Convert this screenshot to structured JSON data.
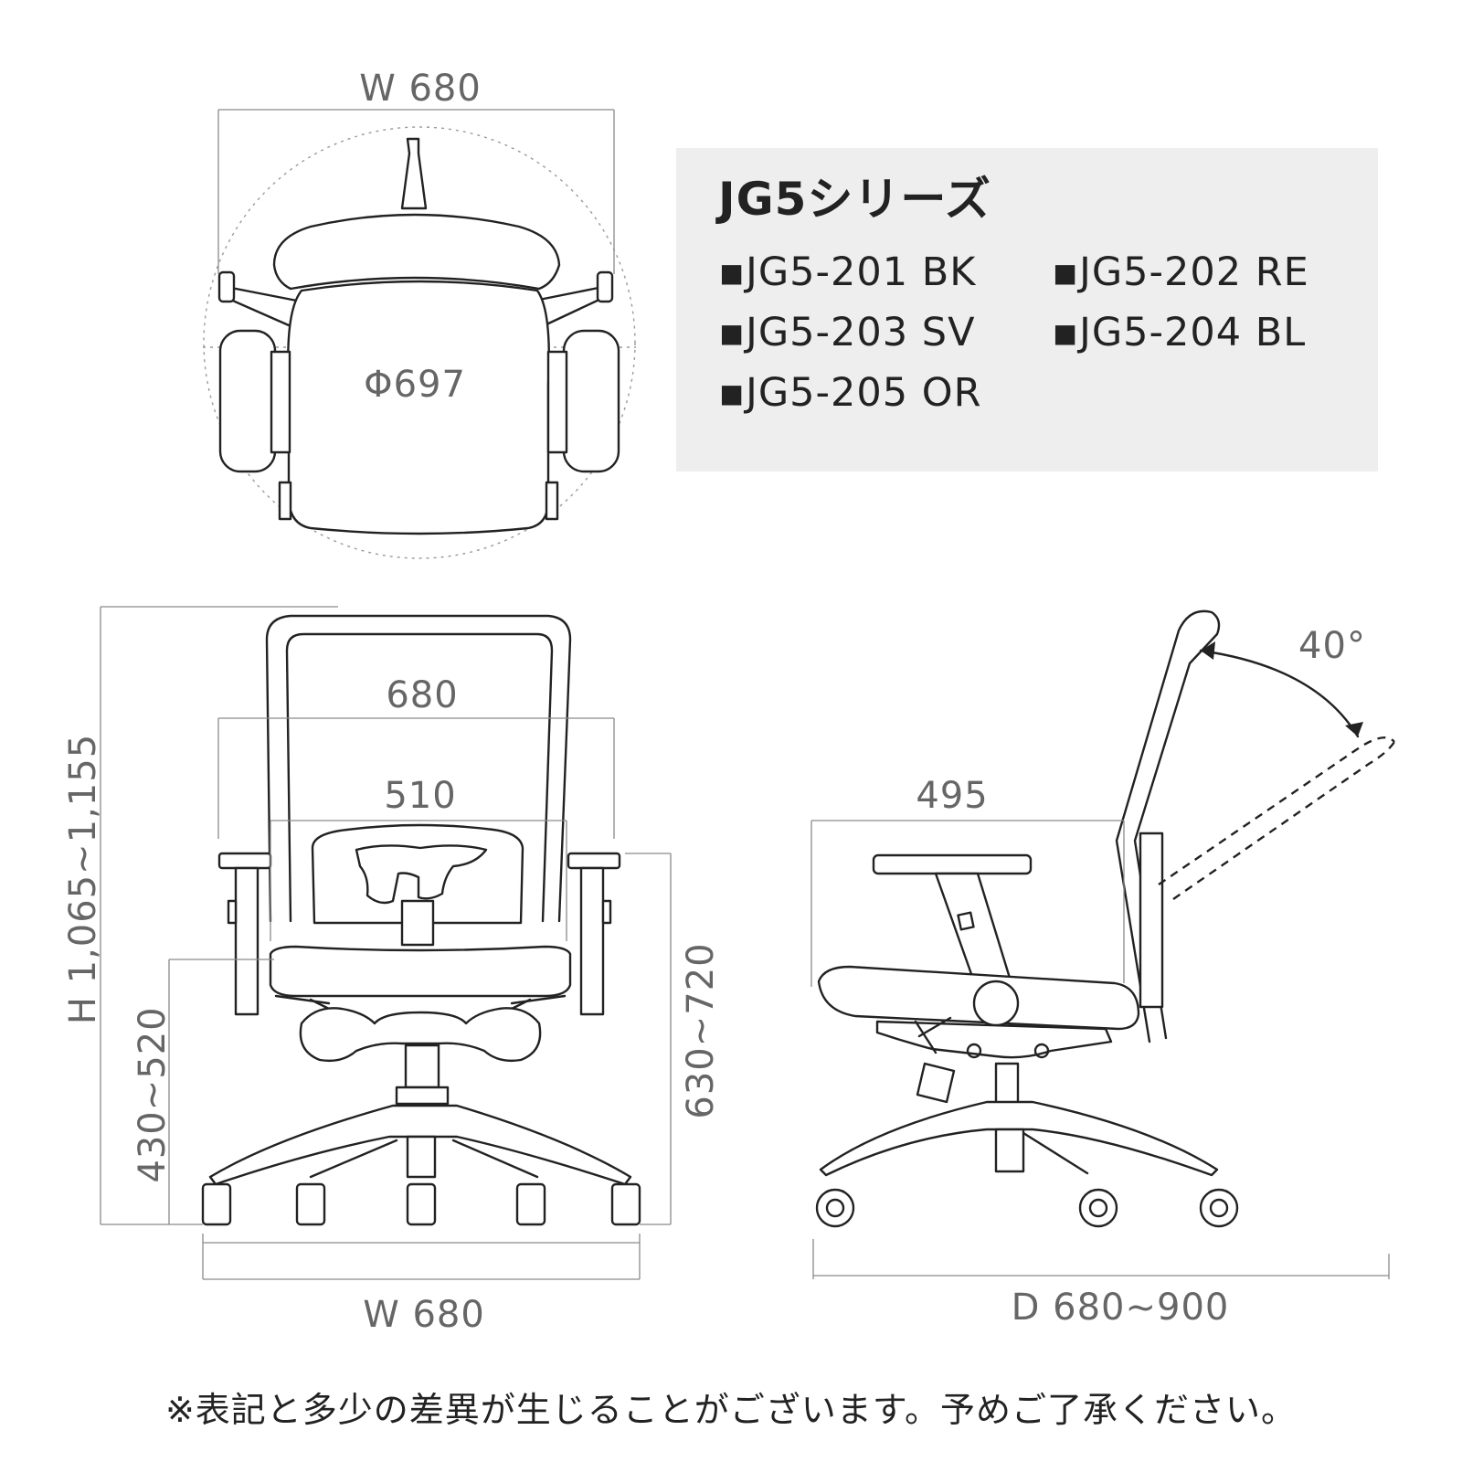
{
  "panel": {
    "title": "JG5シリーズ",
    "models": [
      "JG5-201 BK",
      "JG5-202 RE",
      "JG5-203 SV",
      "JG5-204 BL",
      "JG5-205 OR"
    ],
    "bullet": "▪"
  },
  "dimensions": {
    "top_width": "W 680",
    "seat_diameter": "Φ697",
    "armrest_outer": "680",
    "armrest_inner": "510",
    "height": "H 1,065~1,155",
    "seat_height": "430~520",
    "arm_height": "630~720",
    "front_width": "W 680",
    "depth": "D 680~900",
    "arm_depth": "495",
    "recline": "40°"
  },
  "note": "※表記と多少の差異が生じることがございます。予めご了承ください。"
}
